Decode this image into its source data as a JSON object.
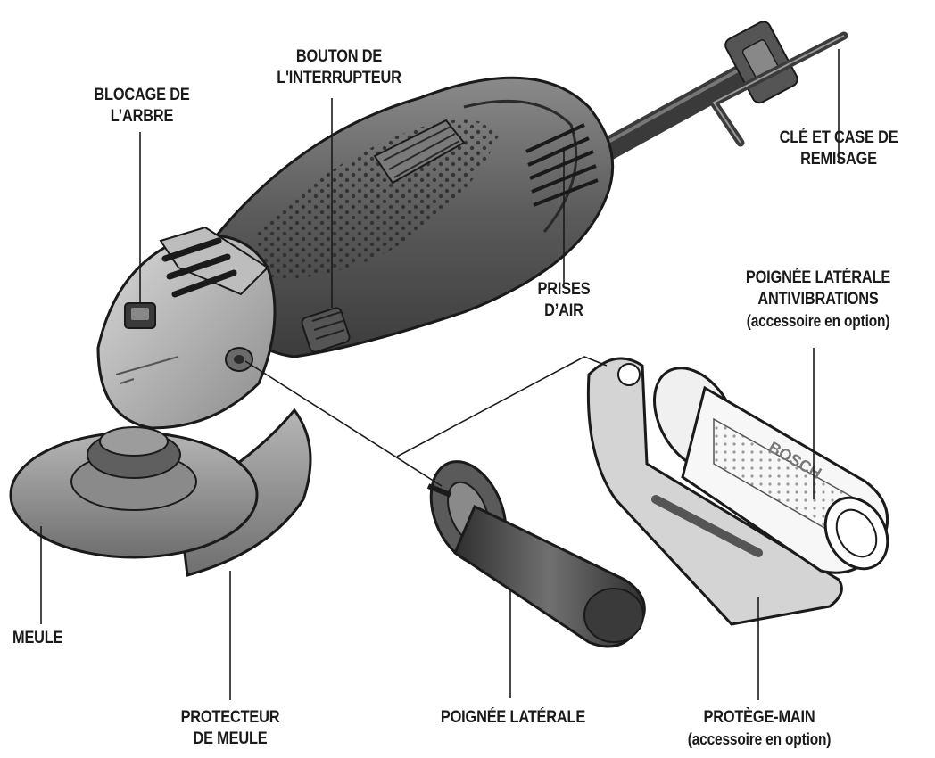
{
  "labels": {
    "shaft_lock": [
      "BLOCAGE DE",
      "L’ARBRE"
    ],
    "switch_button": [
      "BOUTON DE",
      "L'INTERRUPTEUR"
    ],
    "wrench_storage": [
      "CLÉ ET CASE DE",
      "REMISAGE"
    ],
    "air_vents": [
      "PRISES",
      "D’AIR"
    ],
    "antivib_handle": [
      "POIGNÉE LATÉRALE",
      "ANTIVIBRATIONS",
      "(accessoire en option)"
    ],
    "wheel": "MEULE",
    "wheel_guard": [
      "PROTECTEUR",
      "DE MEULE"
    ],
    "side_handle": "POIGNÉE LATÉRALE",
    "hand_guard": [
      "PROTÈGE-MAIN",
      "(accessoire en option)"
    ]
  },
  "logo_text": "BOSCH",
  "colors": {
    "ink": "#1a1a1a",
    "body_dark": "#4a4a4a",
    "body_mid": "#6b6b6b",
    "body_light": "#9a9a9a",
    "metal": "#cfcfcf"
  }
}
